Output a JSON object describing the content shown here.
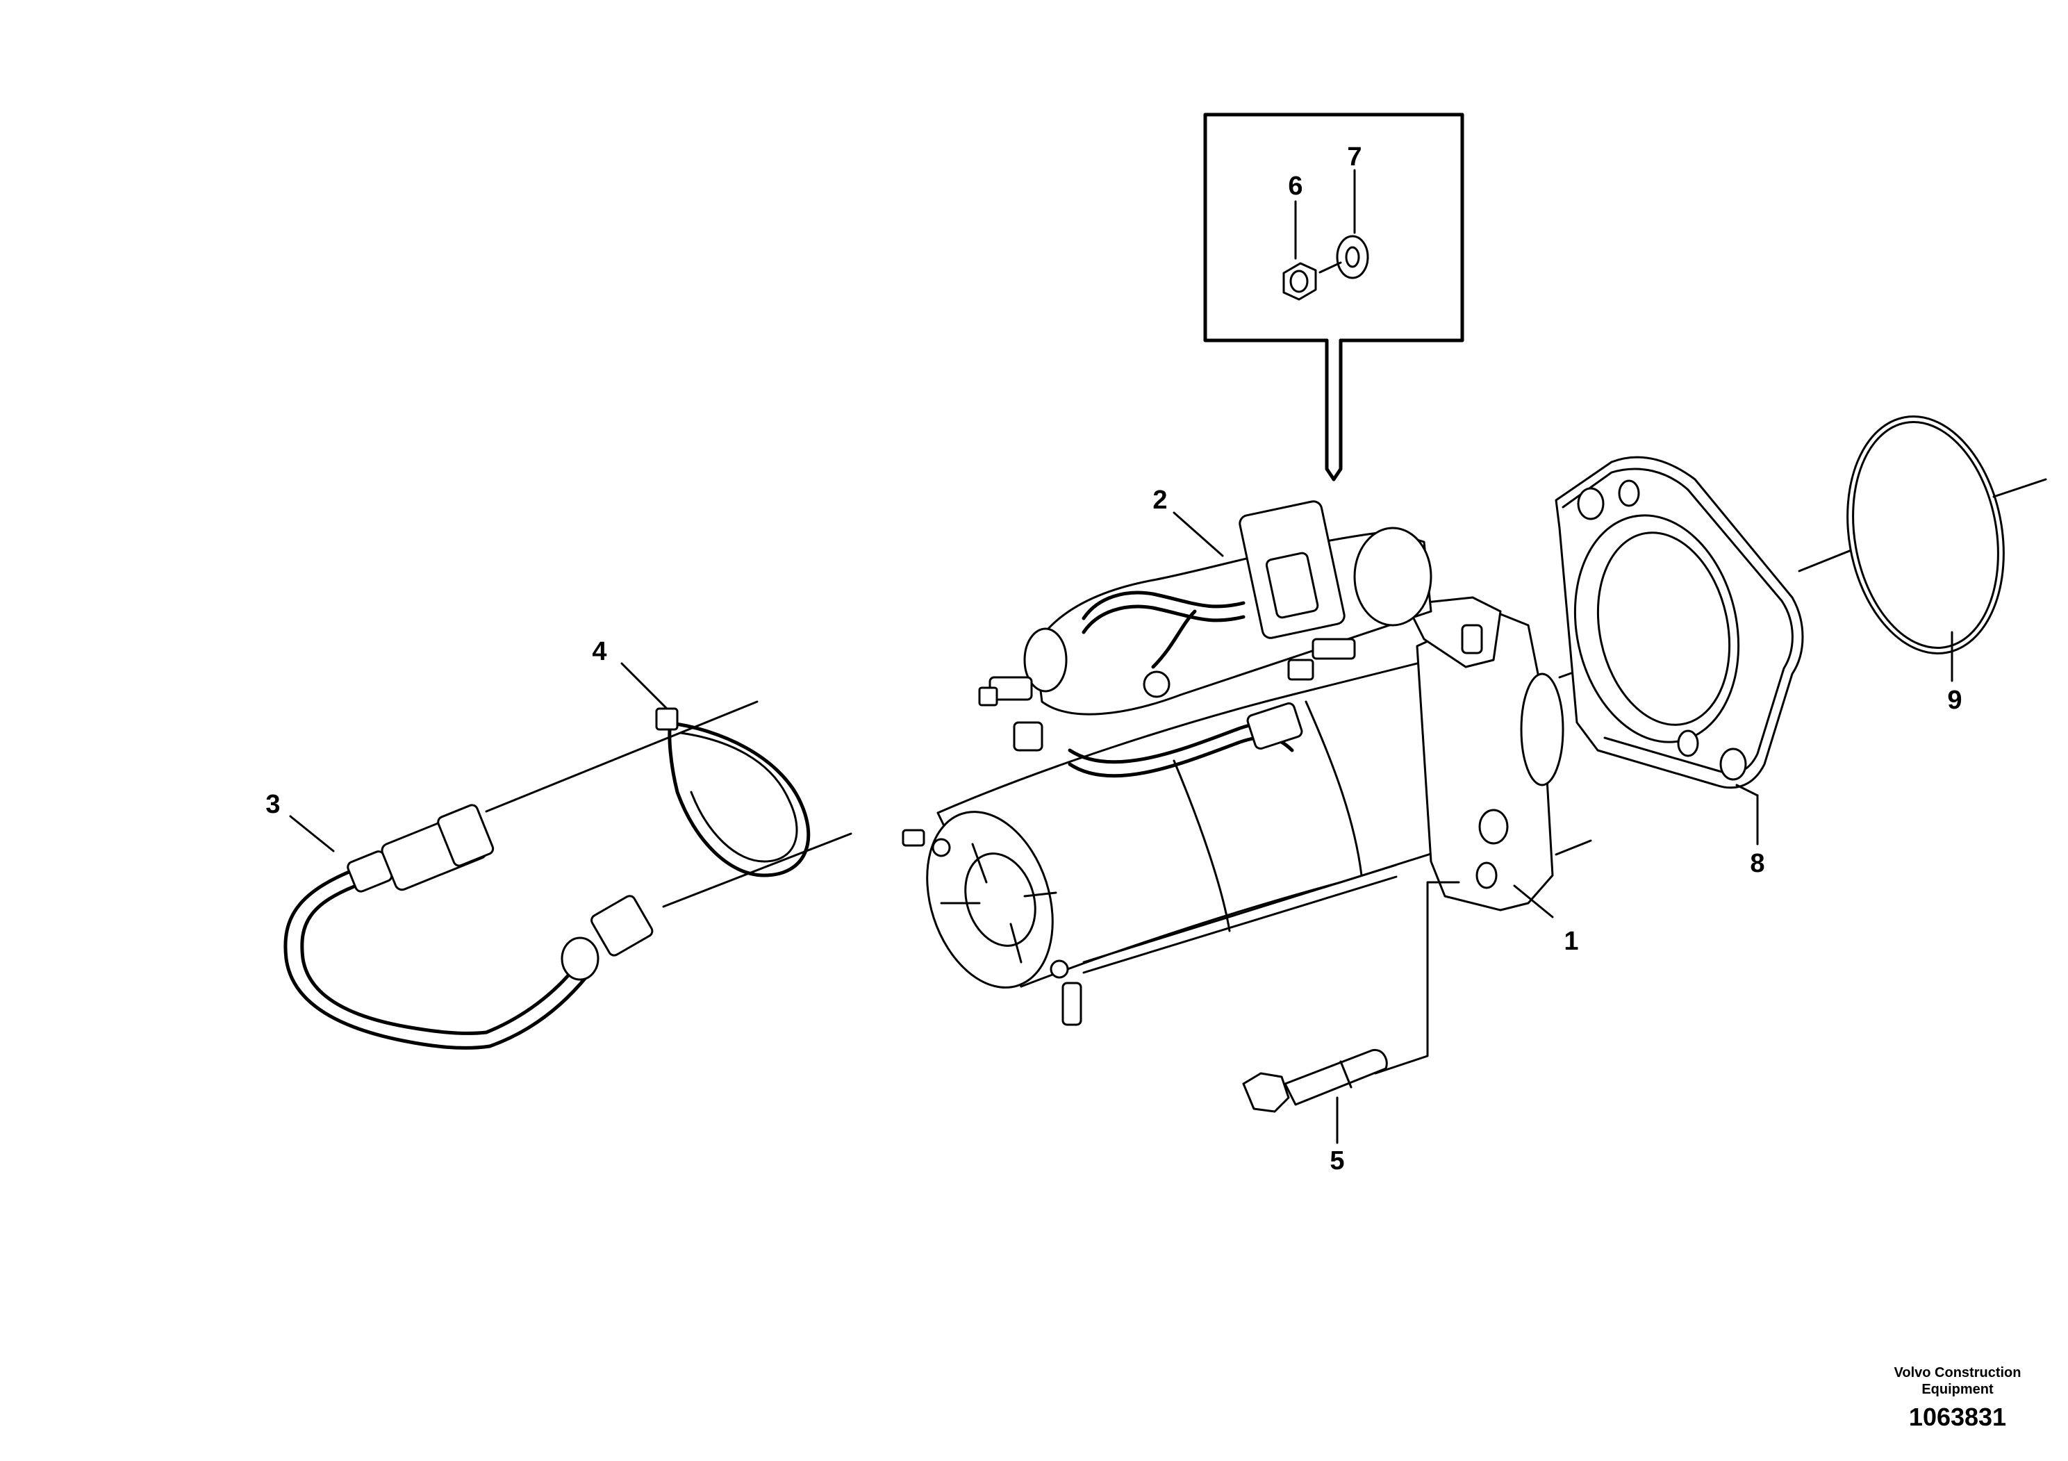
{
  "callouts": {
    "c1": "1",
    "c2": "2",
    "c3": "3",
    "c4": "4",
    "c5": "5",
    "c6": "6",
    "c7": "7",
    "c8": "8",
    "c9": "9"
  },
  "footer": {
    "company_line1": "Volvo Construction",
    "company_line2": "Equipment",
    "drawing_number": "1063831"
  }
}
